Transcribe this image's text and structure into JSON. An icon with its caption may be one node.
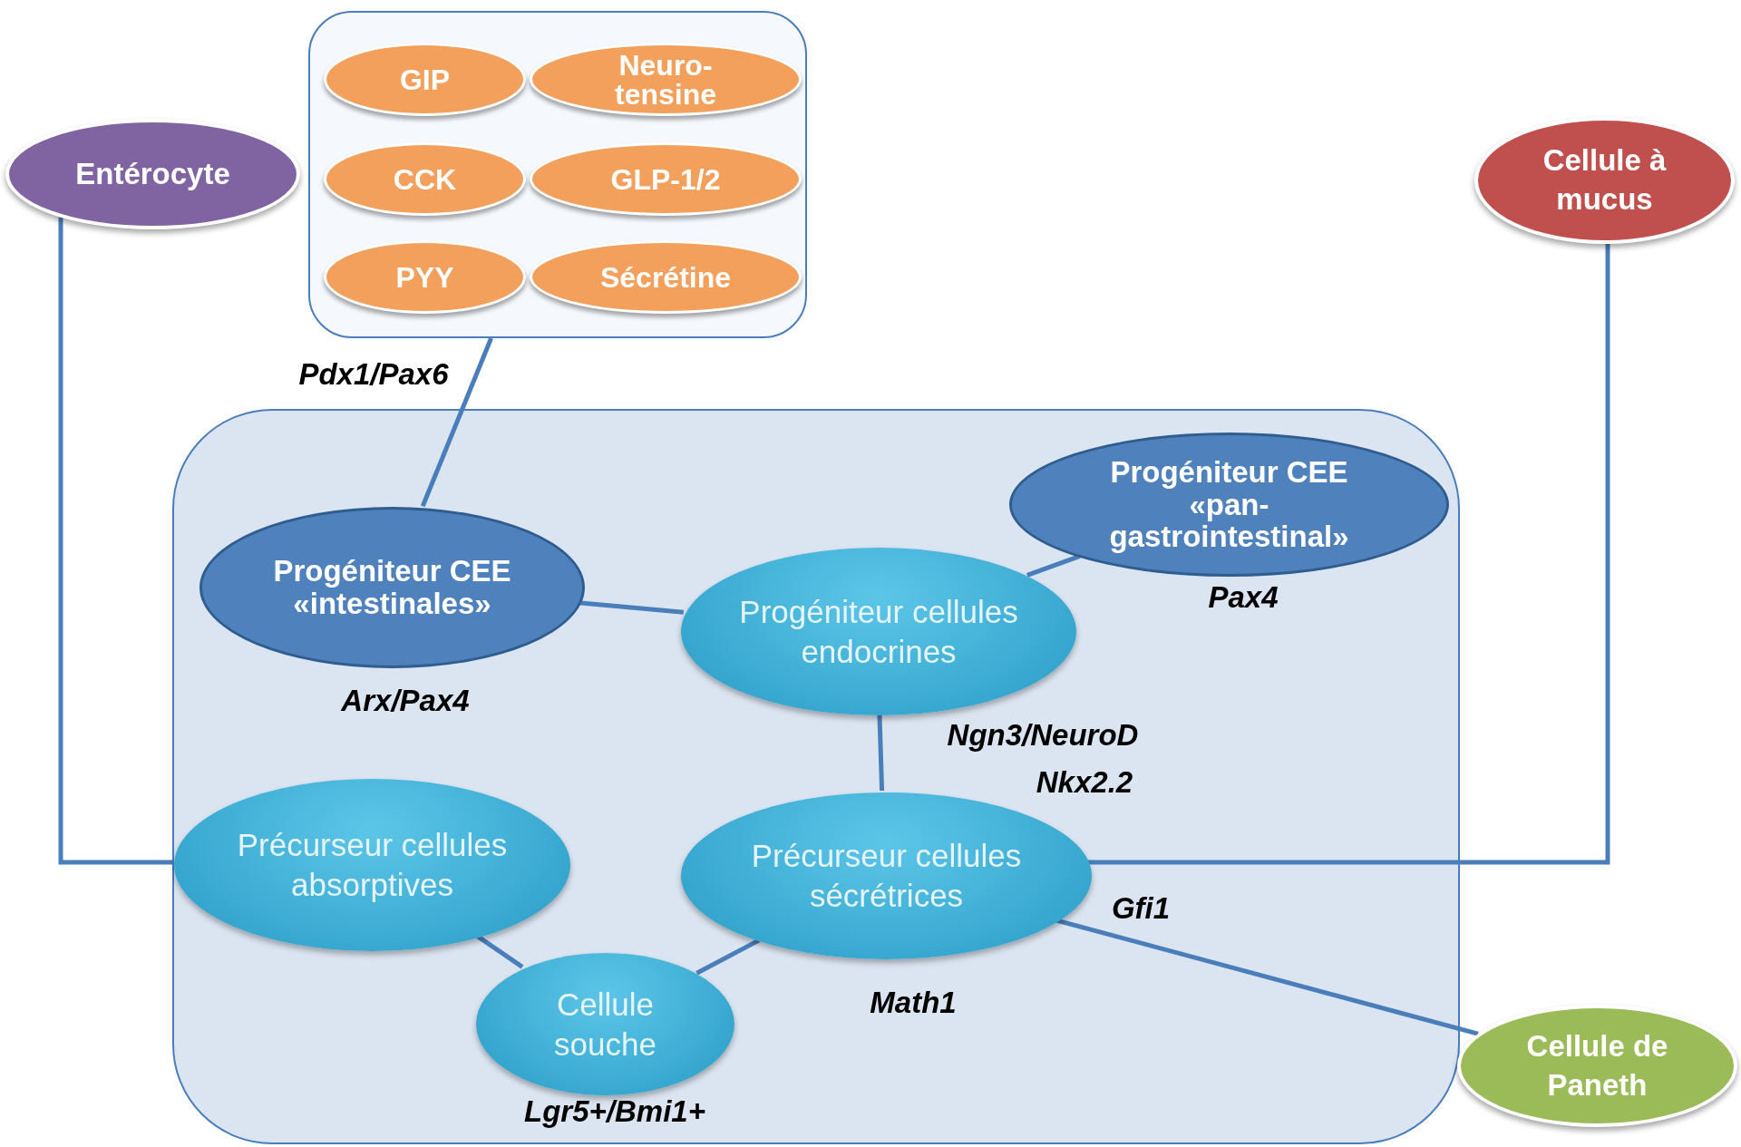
{
  "diagram": {
    "nodes": [
      {
        "text": [],
        "shape": "box"
      },
      {
        "text": [
          "GIP"
        ],
        "in": 0
      },
      {
        "text": [
          "Neuro-tensine"
        ],
        "in": 0
      },
      {
        "text": [
          "CCK"
        ],
        "in": 0
      },
      {
        "text": [
          "GLP-1/2"
        ],
        "in": 0
      },
      {
        "text": [
          "PYY"
        ],
        "in": 0
      },
      {
        "text": [
          "Sécrétine"
        ],
        "in": 0
      },
      {
        "text": [
          "Entérocyte"
        ]
      },
      {
        "text": [
          "Cellule à mucus"
        ]
      },
      {
        "text": [],
        "shape": "box"
      },
      {
        "text": [
          "Progéniteur CEE «intestinales»"
        ],
        "in": 9,
        "beside": [
          "Arx/Pax4"
        ]
      },
      {
        "text": [
          "Progéniteur CEE «pan-gastrointestinal»"
        ],
        "in": 9,
        "beside": [
          "Pax4"
        ]
      },
      {
        "text": [
          "Progéniteur cellules endocrines"
        ],
        "in": 9
      },
      {
        "text": [
          "Précurseur cellules absorptives"
        ],
        "in": 9
      },
      {
        "text": [
          "Précurseur cellules sécrétrices"
        ],
        "in": 9
      },
      {
        "text": [
          "Cellule souche"
        ],
        "in": 9,
        "beside": [
          "Lgr5+/Bmi1+"
        ]
      },
      {
        "text": [
          "Cellule de Paneth"
        ]
      }
    ],
    "edges": [
      {
        "from": 0,
        "to": 10,
        "arrow": "none"
      },
      {
        "from": 10,
        "to": 12,
        "arrow": "none"
      },
      {
        "from": 11,
        "to": 12,
        "arrow": "none"
      },
      {
        "from": 12,
        "to": 14,
        "arrow": "none"
      },
      {
        "from": 13,
        "to": 7,
        "arrow": "none"
      },
      {
        "from": 14,
        "to": 8,
        "arrow": "none"
      },
      {
        "from": 14,
        "to": 16,
        "arrow": "none"
      },
      {
        "from": 15,
        "to": 13,
        "arrow": "none"
      },
      {
        "from": 15,
        "to": 14,
        "arrow": "none"
      }
    ],
    "labels": [
      "Pdx1/Pax6",
      "Ngn3/NeuroD",
      "Nkx2.2",
      "Gfi1",
      "Math1"
    ]
  }
}
